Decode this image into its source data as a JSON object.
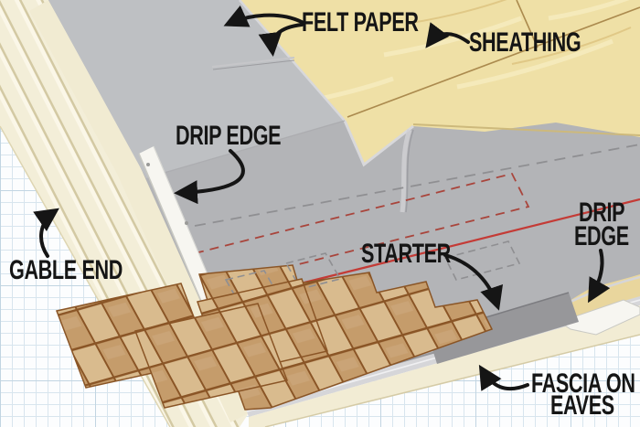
{
  "illustration": {
    "title_context": "roof starter course installation diagram",
    "labels": {
      "felt_paper": "FELT PAPER",
      "sheathing": "SHEATHING",
      "drip_edge_left": "DRIP EDGE",
      "gable_end": "GABLE END",
      "starter": "STARTER",
      "drip_edge_right": [
        "DRIP",
        "EDGE"
      ],
      "fascia_on_eaves": [
        "FASCIA ON",
        "EAVES"
      ]
    },
    "colors": {
      "grid_minor": "#d8e5ee",
      "grid_major": "#c2d5e2",
      "label": "#151515",
      "sheathing": "#efe0a6",
      "sheathing_seam": "#ab8a4e",
      "felt": "#b3b4b7",
      "felt_upper": "#bec0c3",
      "felt_edge_light": "#d8d8db",
      "shingle_light": "#d9bb8e",
      "shingle_dark": "#c59c6b",
      "shingle_line": "#8a5526",
      "starter_gray": "#97979a",
      "drip_white": "#f7f6f1",
      "siding": "#f3eed8",
      "siding_line": "#d3c9a3",
      "trim": "#f1ebd2",
      "fascia": "#f2ecd4",
      "metal": "#d6d6d9",
      "chalk": "#c43b36",
      "dash_red": "#a9453c",
      "dash_gray": "#8f8f92",
      "deck_edge": "#7d5a33"
    }
  }
}
